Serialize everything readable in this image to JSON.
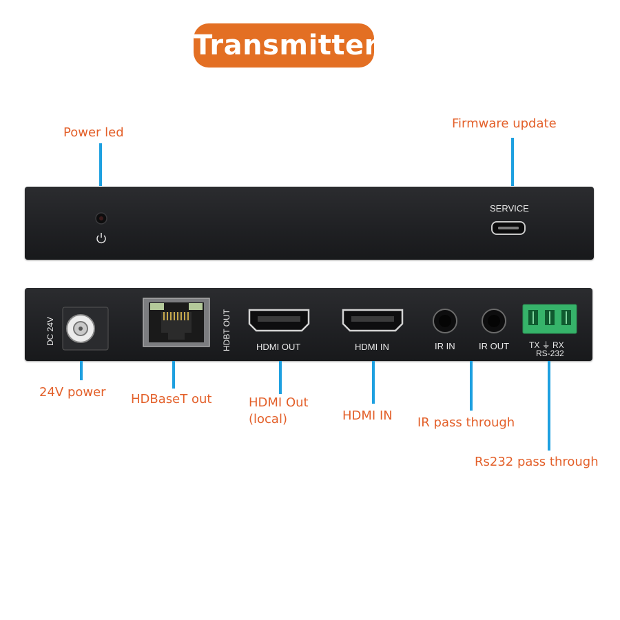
{
  "title": "Transmitter",
  "colors": {
    "badge": "#e36f23",
    "callout_text": "#e3602a",
    "leader_line": "#1ea0e0",
    "device_body": "#1f2023"
  },
  "callouts": {
    "power_led": "Power led",
    "firmware_update": "Firmware update",
    "dc_power": "24V power",
    "hdbaset_out": "HDBaseT out",
    "hdmi_out_line1": "HDMI Out",
    "hdmi_out_line2": "(local)",
    "hdmi_in": "HDMI IN",
    "ir_pass": "IR pass through",
    "rs232_pass": "Rs232 pass through"
  },
  "front_panel": {
    "service_label": "SERVICE",
    "icons": [
      "led-icon",
      "power-icon",
      "micro-usb-port-icon"
    ]
  },
  "rear_panel": {
    "dc_label": "DC 24V",
    "hdbt_label": "HDBT OUT",
    "hdmi_out_label": "HDMI OUT",
    "hdmi_in_label": "HDMI IN",
    "ir_in_label": "IR IN",
    "ir_out_label": "IR OUT",
    "rs232_pins": "TX ⏚ RX",
    "rs232_label": "RS-232",
    "icons": [
      "dc-jack-icon",
      "rj45-port-icon",
      "hdmi-port-icon",
      "audio-jack-icon",
      "terminal-block-icon"
    ]
  }
}
